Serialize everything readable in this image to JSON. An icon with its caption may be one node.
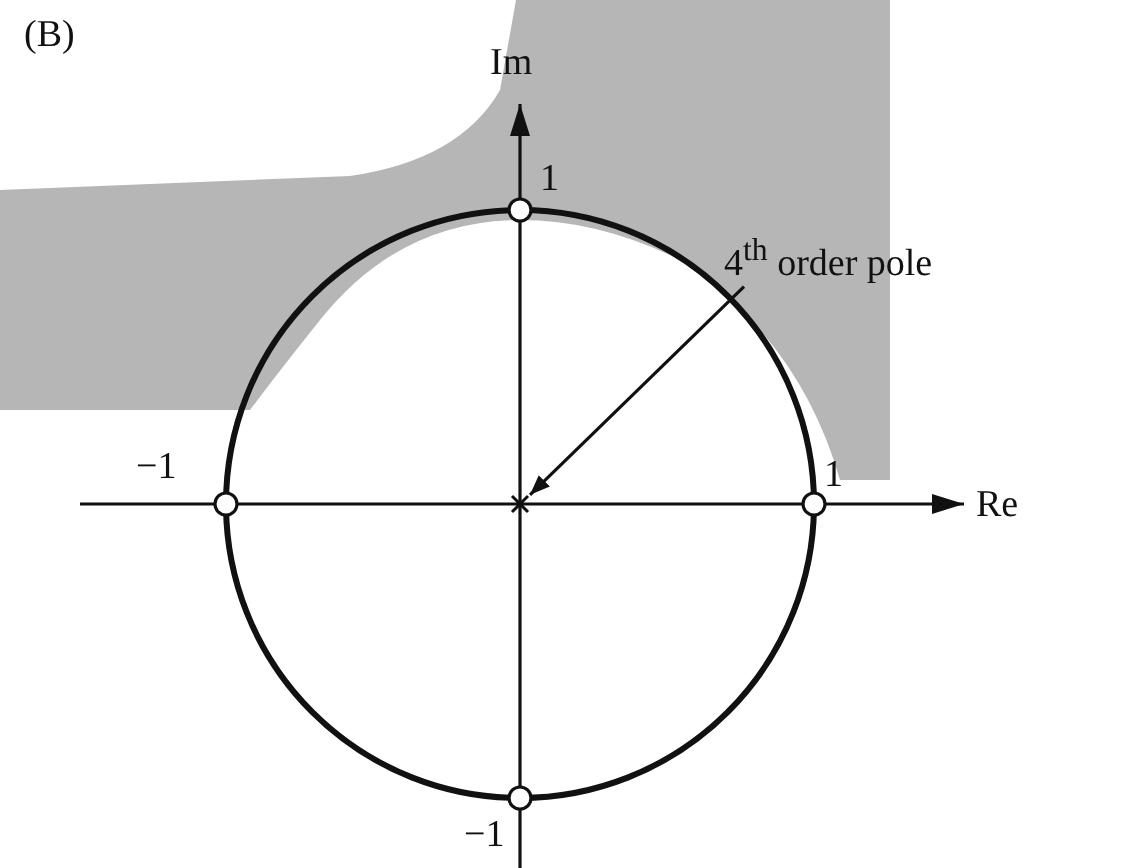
{
  "diagram": {
    "nodes": [
      {
        "text": [
          "4$^{th}$ order pole"
        ]
      },
      {
        "text": [],
        "shape": "cross"
      }
    ],
    "edges": [
      {
        "from": 0,
        "to": 1,
        "arrow": "to"
      }
    ],
    "labels": [
      "(B)",
      "Im",
      "1",
      "−1",
      "1",
      "Re",
      "−1"
    ]
  }
}
